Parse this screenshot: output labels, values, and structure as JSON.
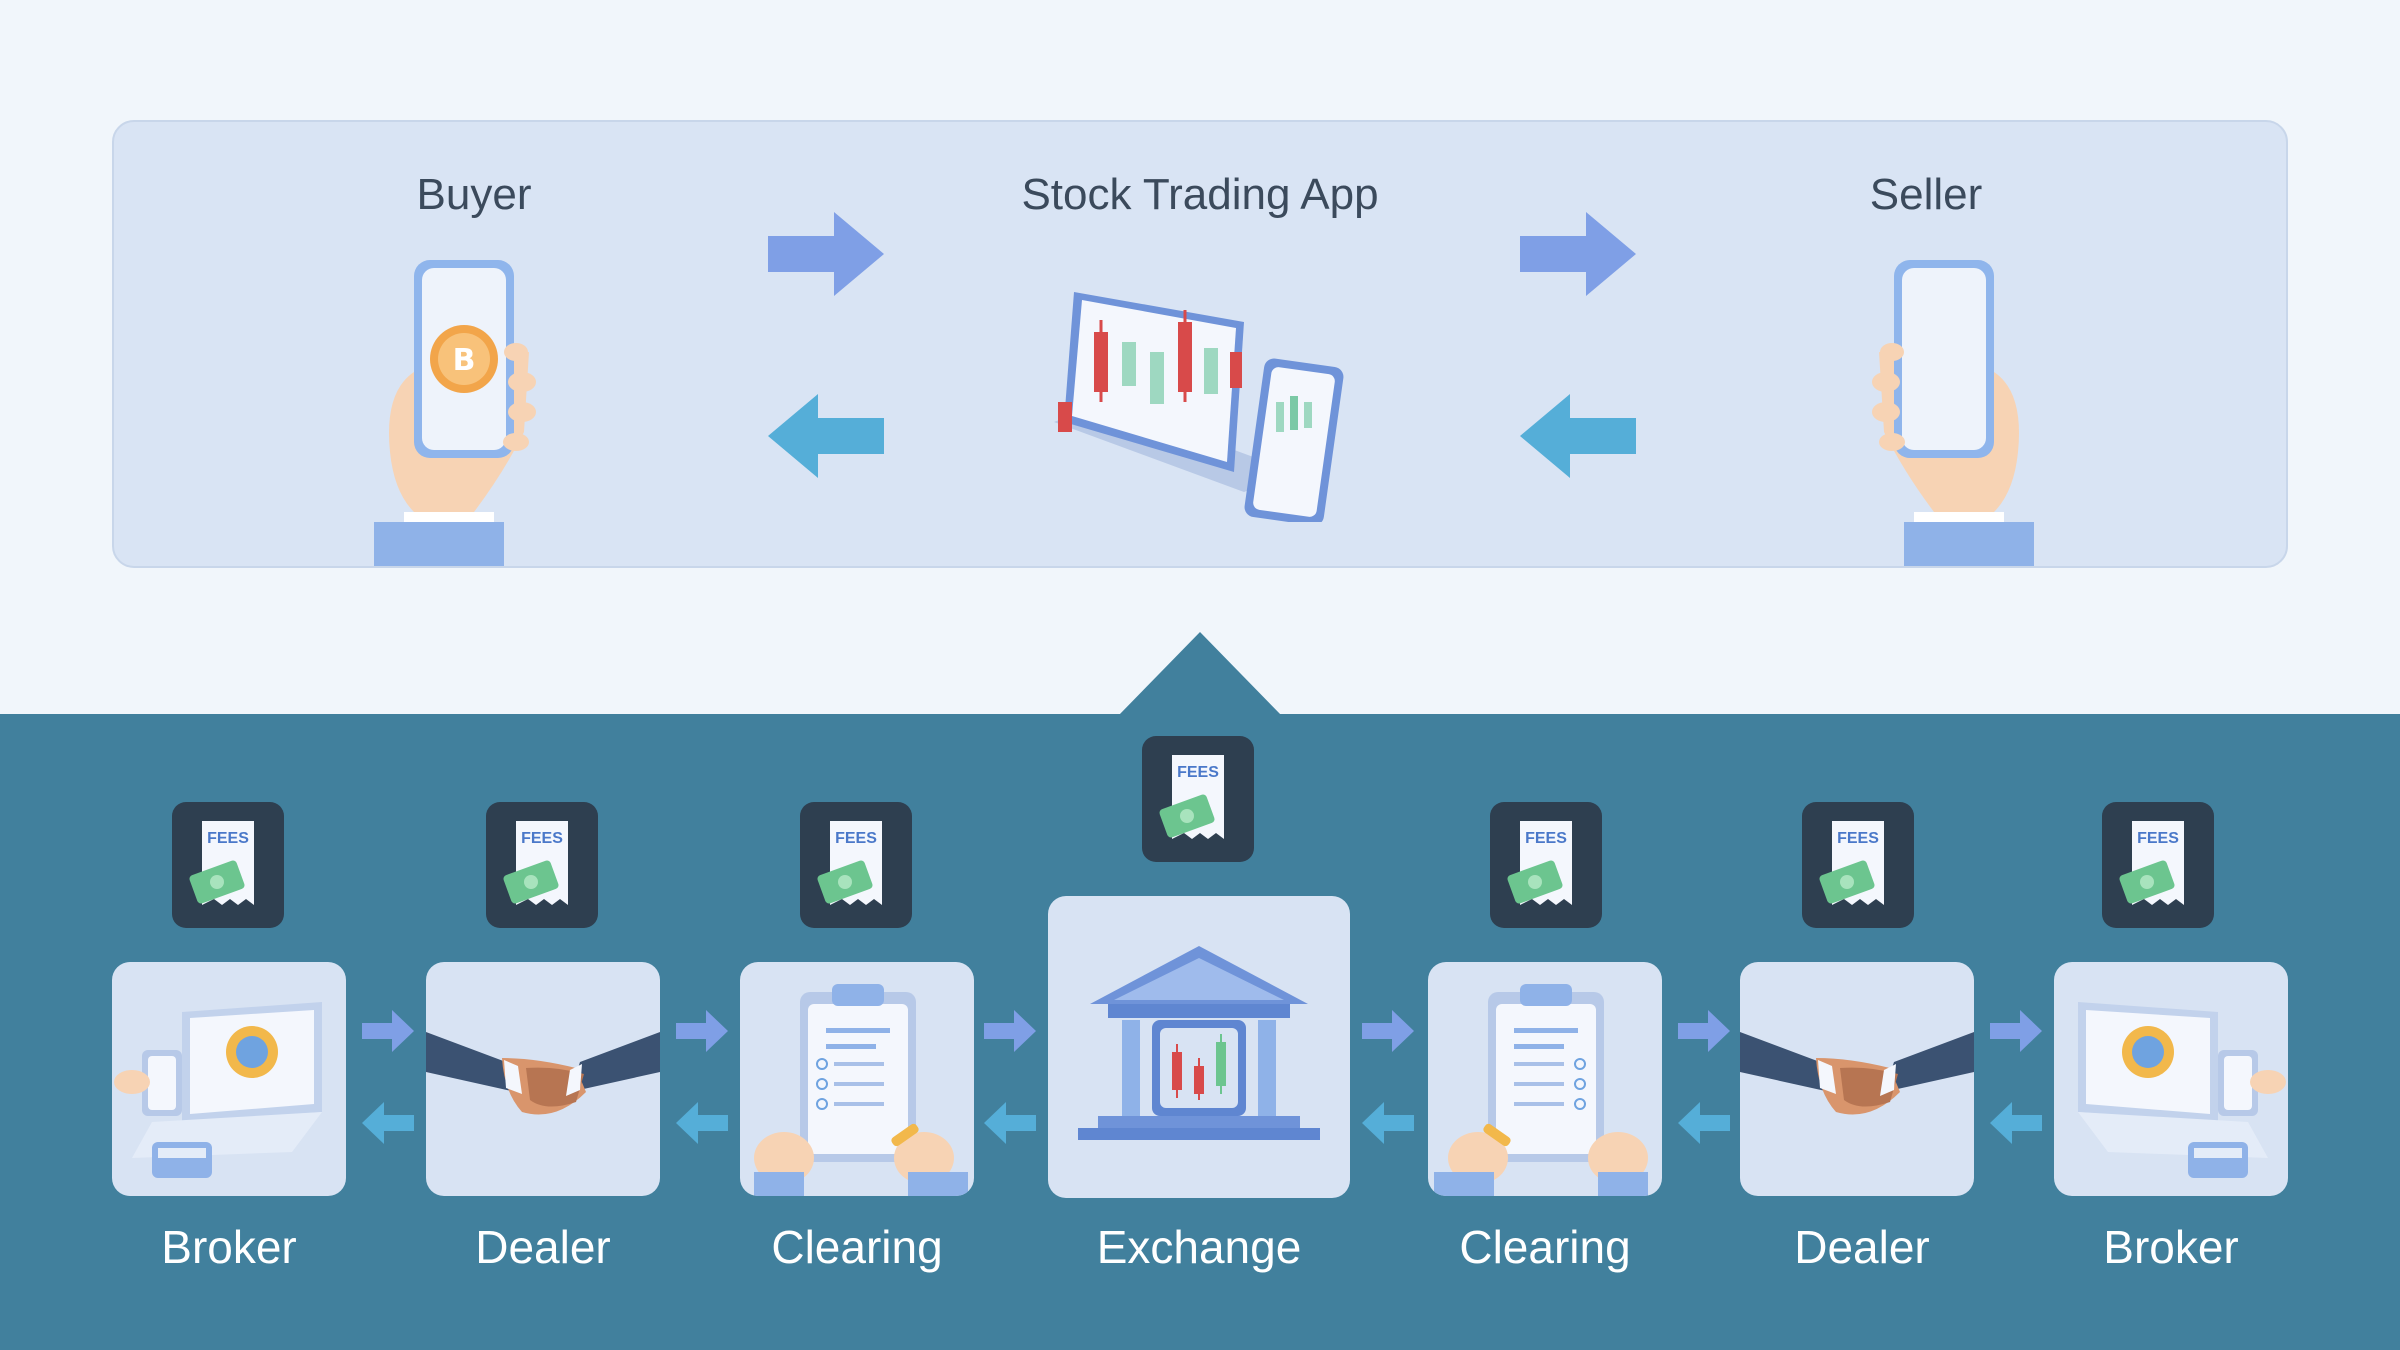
{
  "top": {
    "buyer_label": "Buyer",
    "app_label": "Stock Trading App",
    "seller_label": "Seller"
  },
  "badges": {
    "fees_text": "FEES"
  },
  "chain": [
    {
      "label": "Broker"
    },
    {
      "label": "Dealer"
    },
    {
      "label": "Clearing"
    },
    {
      "label": "Exchange"
    },
    {
      "label": "Clearing"
    },
    {
      "label": "Dealer"
    },
    {
      "label": "Broker"
    }
  ],
  "colors": {
    "panel": "#d9e4f4",
    "band": "#41809d",
    "badge": "#2e3f50",
    "arrow_forward": "#7f9fe6",
    "arrow_back": "#55aed8",
    "candle_red": "#d84a4a",
    "candle_green": "#9ed8c1"
  }
}
